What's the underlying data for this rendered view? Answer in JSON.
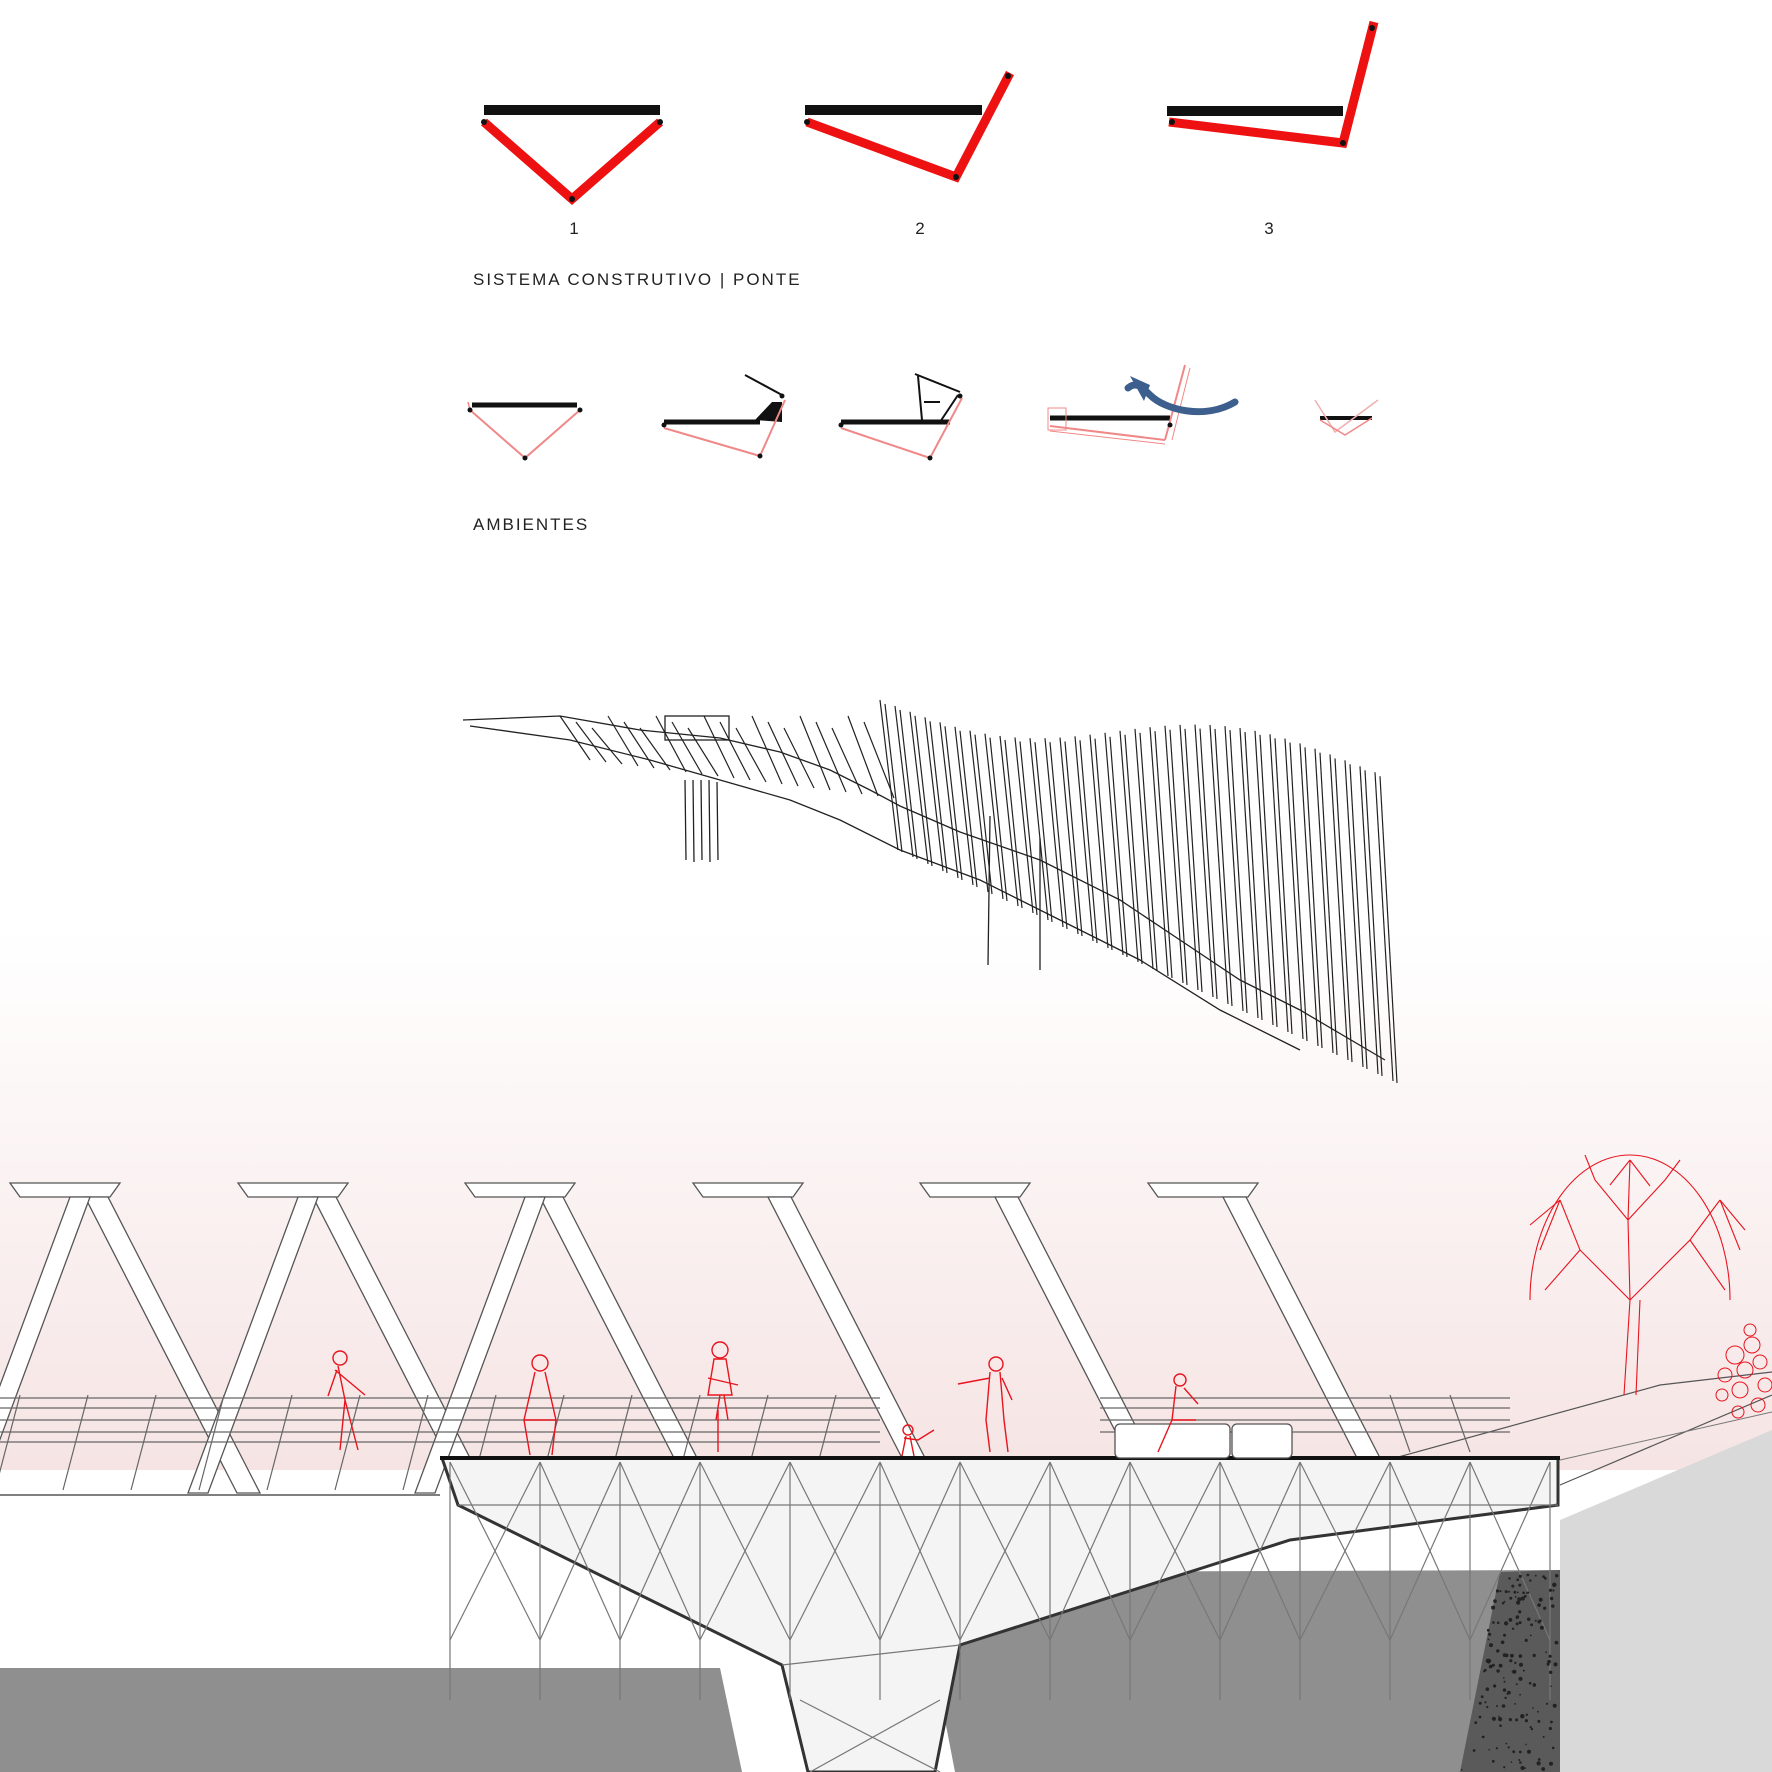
{
  "diagram": {
    "step_numbers": [
      "1",
      "2",
      "3"
    ],
    "section_1_title": "SISTEMA CONSTRUTIVO | PONTE",
    "section_2_title": "AMBIENTES",
    "colors": {
      "structure": "#ee1111",
      "deck": "#111111",
      "arrow": "#3d5f8e",
      "ground": "#8c8c8c",
      "figures": "#e8141e",
      "sky_tint": "#f6e4e4"
    }
  }
}
